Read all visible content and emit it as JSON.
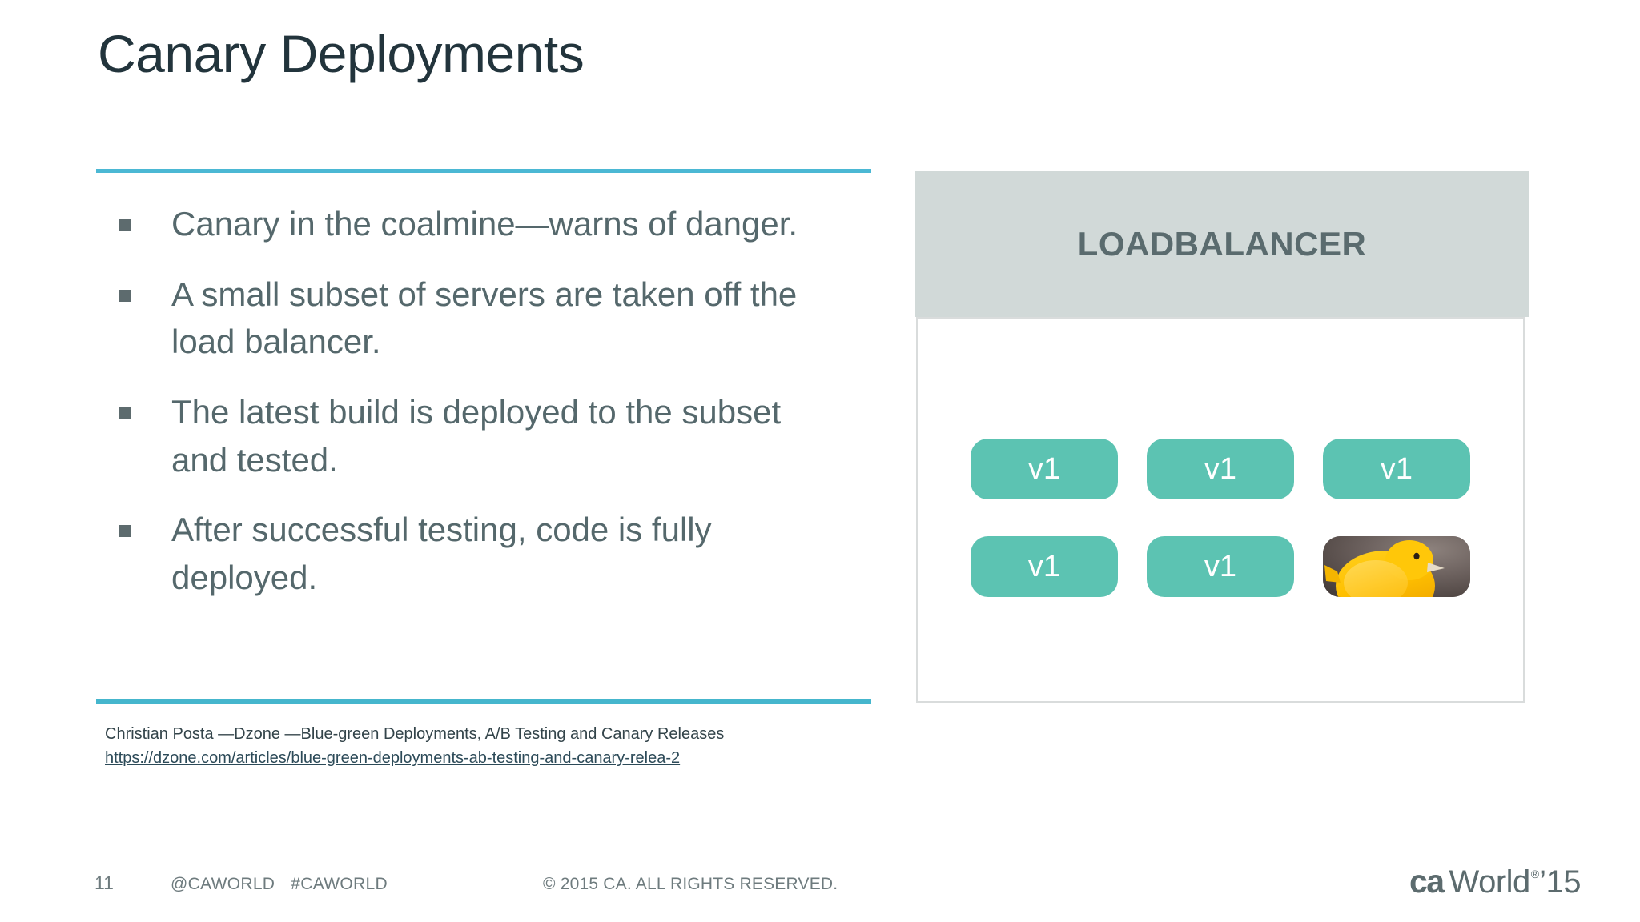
{
  "slide": {
    "title": "Canary Deployments",
    "bullets": [
      "Canary in the coalmine—warns of danger.",
      "A small subset of servers are taken off the load balancer.",
      "The latest build is deployed to the subset and tested.",
      "After successful testing, code is fully deployed."
    ],
    "citation": {
      "source": "Christian Posta —Dzone —Blue-green Deployments, A/B Testing and Canary Releases",
      "url": "https://dzone.com/articles/blue-green-deployments-ab-testing-and-canary-relea-2"
    }
  },
  "diagram": {
    "header_label": "LOADBALANCER",
    "rows": [
      [
        {
          "type": "version",
          "label": "v1"
        },
        {
          "type": "version",
          "label": "v1"
        },
        {
          "type": "version",
          "label": "v1"
        }
      ],
      [
        {
          "type": "version",
          "label": "v1"
        },
        {
          "type": "version",
          "label": "v1"
        },
        {
          "type": "canary",
          "label": ""
        }
      ]
    ]
  },
  "footer": {
    "page_number": "11",
    "handle": "@CAWORLD",
    "hashtag": "#CAWORLD",
    "copyright": "© 2015 CA. ALL RIGHTS RESERVED.",
    "logo": {
      "brand": "ca",
      "product": "World",
      "registered": "®",
      "year": "’15"
    }
  },
  "colors": {
    "accent_rule": "#4bb8d4",
    "node_teal": "#5cc3b2",
    "header_gray": "#d1d9d8",
    "title_text": "#22343c",
    "body_text": "#55686c"
  }
}
